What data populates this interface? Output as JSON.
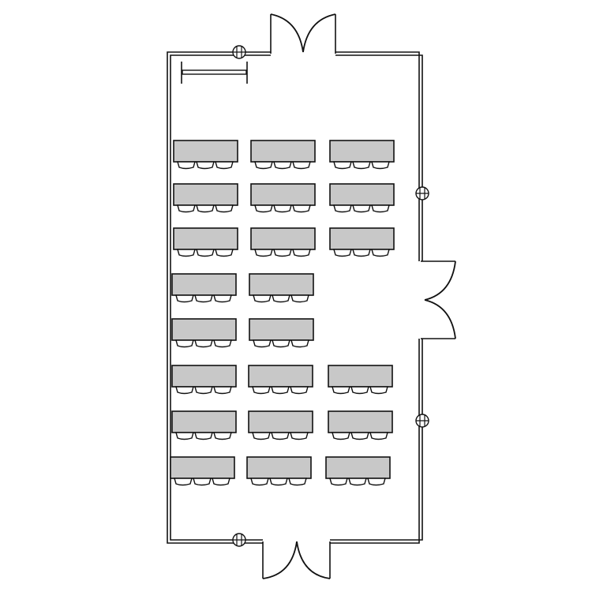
{
  "diagram": {
    "type": "classroom-floor-plan",
    "table_rows": [
      3,
      3,
      3,
      2,
      2,
      3,
      3,
      3
    ],
    "chairs_per_table": 3,
    "doors": 3,
    "outlets": 4,
    "colors": {
      "table": "#c8c8c8",
      "line": "#111111",
      "background": "#ffffff"
    }
  }
}
